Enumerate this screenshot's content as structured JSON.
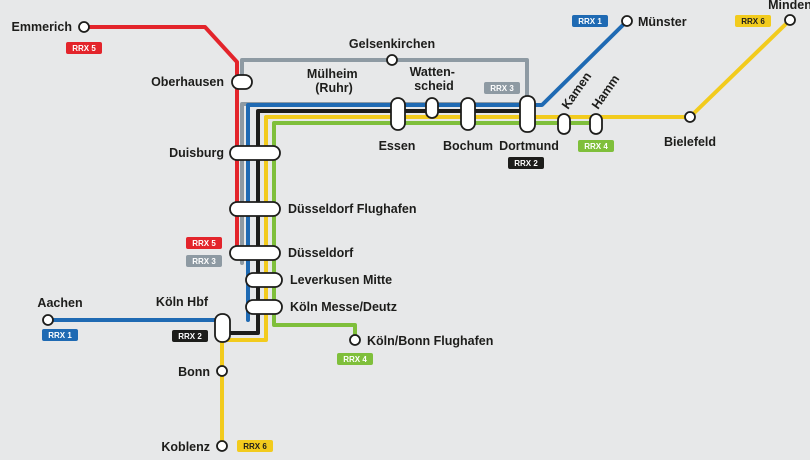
{
  "colors": {
    "background": "#e7e8e9",
    "rrx1": "#1f6ab3",
    "rrx2": "#1d1d1b",
    "rrx3": "#8e9aa3",
    "rrx4": "#7fbf3b",
    "rrx5": "#e3242b",
    "rrx6": "#f2cb1d"
  },
  "stations": [
    {
      "id": "emmerich",
      "label": "Emmerich"
    },
    {
      "id": "oberhausen",
      "label": "Oberhausen"
    },
    {
      "id": "gelsenkirchen",
      "label": "Gelsenkirchen"
    },
    {
      "id": "muelheim",
      "label": "Mülheim (Ruhr)"
    },
    {
      "id": "wattenscheid",
      "label": "Watten- scheid"
    },
    {
      "id": "essen",
      "label": "Essen"
    },
    {
      "id": "bochum",
      "label": "Bochum"
    },
    {
      "id": "dortmund",
      "label": "Dortmund"
    },
    {
      "id": "kamen",
      "label": "Kamen"
    },
    {
      "id": "hamm",
      "label": "Hamm"
    },
    {
      "id": "muenster",
      "label": "Münster"
    },
    {
      "id": "bielefeld",
      "label": "Bielefeld"
    },
    {
      "id": "minden",
      "label": "Minden"
    },
    {
      "id": "duisburg",
      "label": "Duisburg"
    },
    {
      "id": "duesseldorf-flughafen",
      "label": "Düsseldorf Flughafen"
    },
    {
      "id": "duesseldorf",
      "label": "Düsseldorf"
    },
    {
      "id": "leverkusen-mitte",
      "label": "Leverkusen Mitte"
    },
    {
      "id": "koeln-messe-deutz",
      "label": "Köln Messe/Deutz"
    },
    {
      "id": "koeln-hbf",
      "label": "Köln Hbf"
    },
    {
      "id": "aachen",
      "label": "Aachen"
    },
    {
      "id": "koeln-bonn-flughafen",
      "label": "Köln/Bonn Flughafen"
    },
    {
      "id": "bonn",
      "label": "Bonn"
    },
    {
      "id": "koblenz",
      "label": "Koblenz"
    }
  ],
  "line_tags": [
    {
      "id": "rrx5-emmerich",
      "text": "RRX 5",
      "line": "rrx5"
    },
    {
      "id": "rrx1-muenster",
      "text": "RRX 1",
      "line": "rrx1"
    },
    {
      "id": "rrx6-minden",
      "text": "RRX 6",
      "line": "rrx6"
    },
    {
      "id": "rrx3-ruhr",
      "text": "RRX 3",
      "line": "rrx3"
    },
    {
      "id": "rrx4-hamm",
      "text": "RRX 4",
      "line": "rrx4"
    },
    {
      "id": "rrx2-dortmund",
      "text": "RRX 2",
      "line": "rrx2"
    },
    {
      "id": "rrx5-duesseldorf",
      "text": "RRX 5",
      "line": "rrx5"
    },
    {
      "id": "rrx3-duesseldorf",
      "text": "RRX 3",
      "line": "rrx3"
    },
    {
      "id": "rrx1-aachen",
      "text": "RRX 1",
      "line": "rrx1"
    },
    {
      "id": "rrx2-koeln",
      "text": "RRX 2",
      "line": "rrx2"
    },
    {
      "id": "rrx4-flughafen",
      "text": "RRX 4",
      "line": "rrx4"
    },
    {
      "id": "rrx6-koblenz",
      "text": "RRX 6",
      "line": "rrx6"
    }
  ]
}
